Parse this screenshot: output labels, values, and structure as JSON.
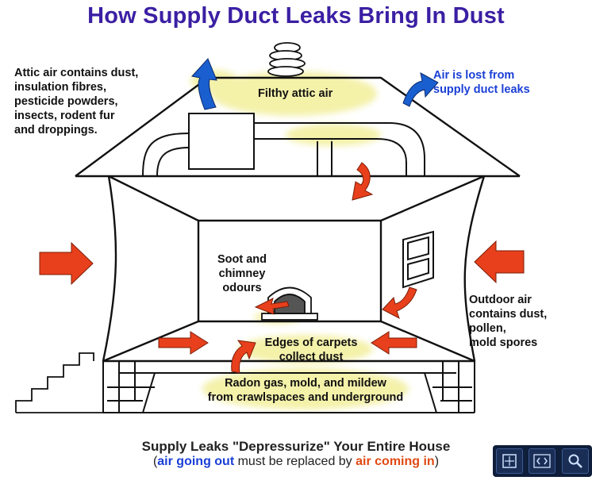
{
  "title": "How Supply Duct Leaks Bring In Dust",
  "labels": {
    "attic_dust": [
      "Attic air contains dust,",
      "insulation fibres,",
      "pesticide powders,",
      "insects, rodent fur",
      "and droppings."
    ],
    "filthy_attic": "Filthy attic air",
    "air_lost": [
      "Air is lost from",
      "supply duct leaks"
    ],
    "soot": [
      "Soot and",
      "chimney",
      "odours"
    ],
    "carpets": [
      "Edges of carpets",
      "collect dust"
    ],
    "outdoor": [
      "Outdoor air",
      "contains dust,",
      "pollen,",
      "mold spores"
    ],
    "radon": [
      "Radon gas, mold, and mildew",
      "from crawlspaces and underground"
    ]
  },
  "caption": {
    "line1": "Supply Leaks \"Depressurize\" Your Entire House",
    "open": "(",
    "out": "air going out",
    "mid": " must be replaced by ",
    "in": "air coming in",
    "close": ")"
  },
  "colors": {
    "title": "#3b1fa3",
    "blue_arrow": "#1a5fd0",
    "red_arrow": "#e8401c",
    "dust": "#f3f0a0"
  },
  "toolbar": {
    "buttons": [
      "fit-screen-icon",
      "prev-next-icon",
      "zoom-icon"
    ]
  }
}
